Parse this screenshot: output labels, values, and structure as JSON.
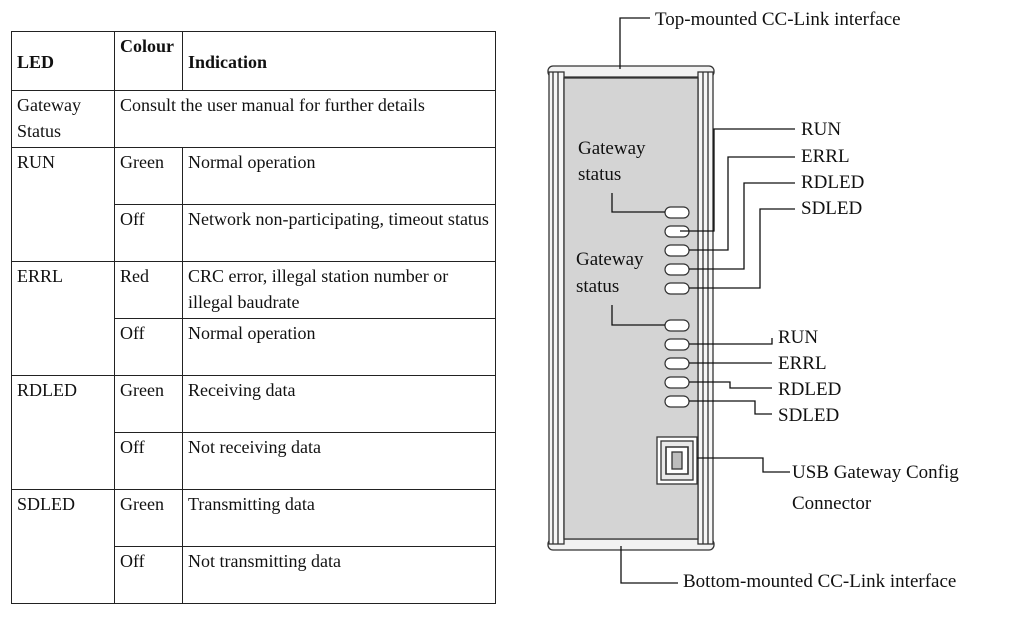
{
  "table": {
    "headers": {
      "led": "LED",
      "colour": "Colour",
      "indication": "Indication"
    },
    "gateway_row": {
      "led": "Gateway Status",
      "note": "Consult the user manual for further details"
    },
    "groups": [
      {
        "led": "RUN",
        "rows": [
          {
            "colour": "Green",
            "indication": "Normal operation"
          },
          {
            "colour": "Off",
            "indication": "Network non-participating, timeout status"
          }
        ]
      },
      {
        "led": "ERRL",
        "rows": [
          {
            "colour": "Red",
            "indication": "CRC error, illegal station number or illegal baudrate"
          },
          {
            "colour": "Off",
            "indication": "Normal operation"
          }
        ]
      },
      {
        "led": "RDLED",
        "rows": [
          {
            "colour": "Green",
            "indication": "Receiving data"
          },
          {
            "colour": "Off",
            "indication": "Not receiving data"
          }
        ]
      },
      {
        "led": "SDLED",
        "rows": [
          {
            "colour": "Green",
            "indication": "Transmitting data"
          },
          {
            "colour": "Off",
            "indication": "Not transmitting data"
          }
        ]
      }
    ]
  },
  "diagram": {
    "top_label": "Top-mounted CC-Link interface",
    "bottom_label": "Bottom-mounted CC-Link interface",
    "upper_gateway_label": [
      "Gateway",
      "status"
    ],
    "lower_gateway_label": [
      "Gateway",
      "status"
    ],
    "upper_leds": [
      "RUN",
      "ERRL",
      "RDLED",
      "SDLED"
    ],
    "lower_leds": [
      "RUN",
      "ERRL",
      "RDLED",
      "SDLED"
    ],
    "usb_label": [
      "USB Gateway Config",
      "Connector"
    ],
    "colors": {
      "panel": "#d4d4d4",
      "outline": "#333333"
    }
  }
}
